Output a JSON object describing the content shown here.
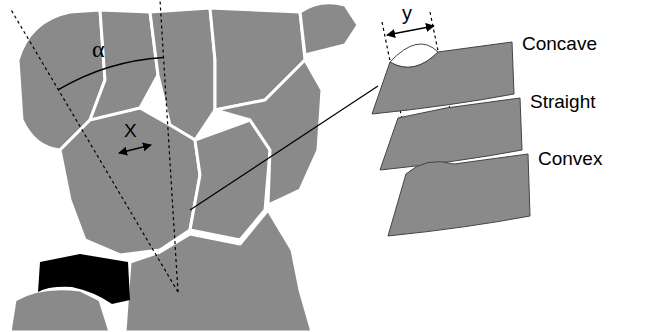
{
  "diagram": {
    "labels": [
      "α",
      "X",
      "y",
      "Concave",
      "Straight",
      "Convex"
    ]
  }
}
